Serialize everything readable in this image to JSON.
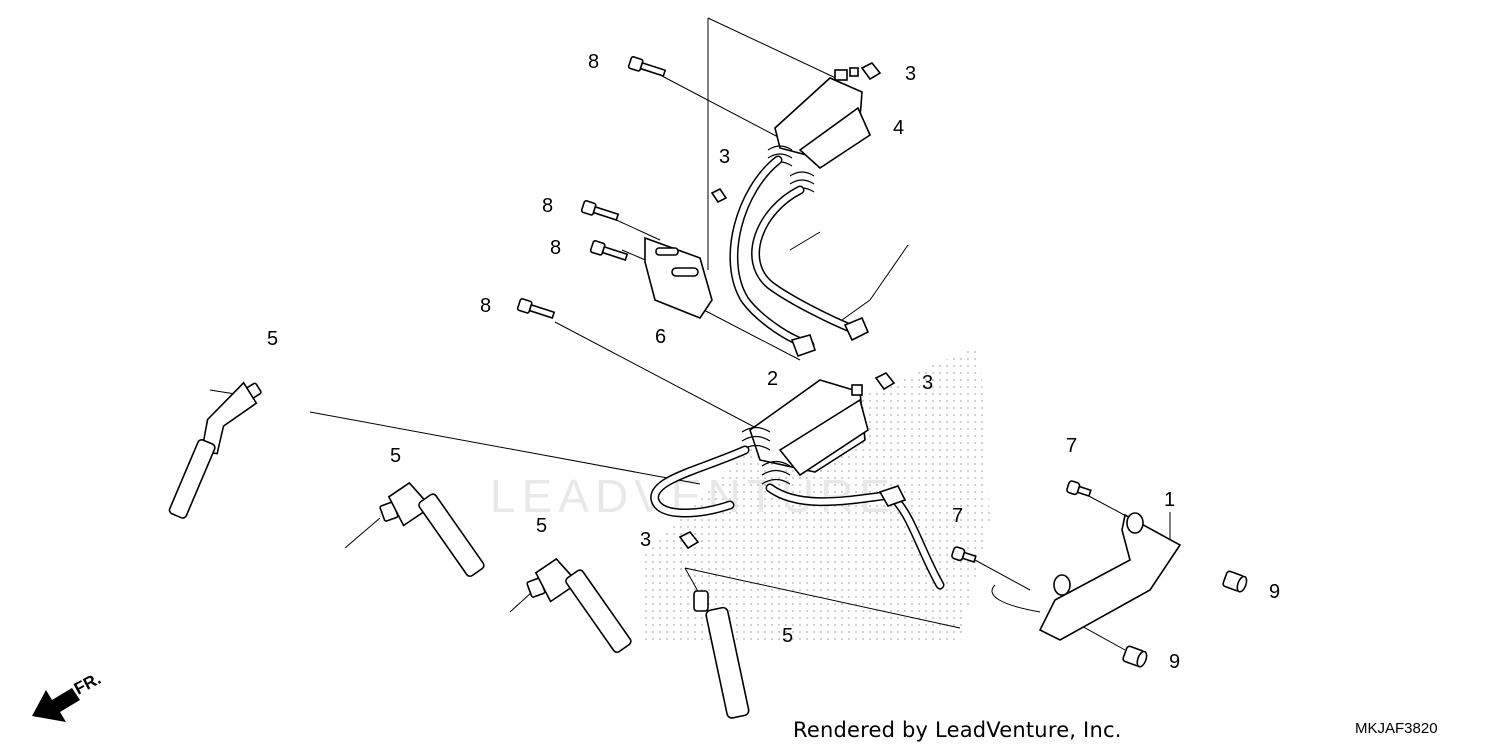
{
  "diagram": {
    "callouts": [
      {
        "id": "c-8-top",
        "label": "8"
      },
      {
        "id": "c-3-top",
        "label": "3"
      },
      {
        "id": "c-4",
        "label": "4"
      },
      {
        "id": "c-3-mid",
        "label": "3"
      },
      {
        "id": "c-8-b",
        "label": "8"
      },
      {
        "id": "c-8-c",
        "label": "8"
      },
      {
        "id": "c-8-d",
        "label": "8"
      },
      {
        "id": "c-6",
        "label": "6"
      },
      {
        "id": "c-2",
        "label": "2"
      },
      {
        "id": "c-3-right",
        "label": "3"
      },
      {
        "id": "c-5-a",
        "label": "5"
      },
      {
        "id": "c-5-b",
        "label": "5"
      },
      {
        "id": "c-5-c",
        "label": "5"
      },
      {
        "id": "c-5-d",
        "label": "5"
      },
      {
        "id": "c-3-low",
        "label": "3"
      },
      {
        "id": "c-7-a",
        "label": "7"
      },
      {
        "id": "c-7-b",
        "label": "7"
      },
      {
        "id": "c-1",
        "label": "1"
      },
      {
        "id": "c-9-a",
        "label": "9"
      },
      {
        "id": "c-9-b",
        "label": "9"
      }
    ],
    "front_marker": "FR.",
    "watermark": "LEADVENTURE",
    "credit": "Rendered by LeadVenture, Inc.",
    "drawing_code": "MKJAF3820"
  }
}
